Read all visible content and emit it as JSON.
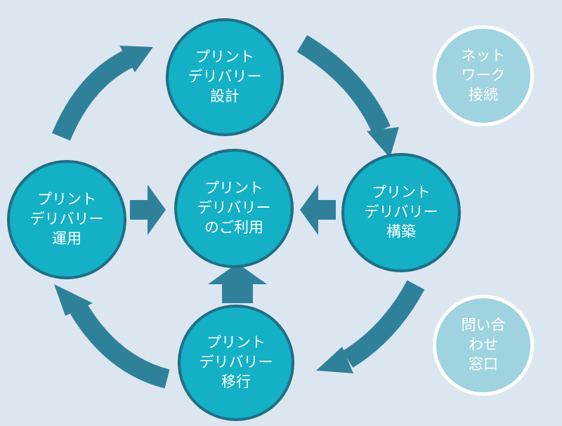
{
  "colors": {
    "background": "#dce6f1",
    "node_fill": "#13b0c6",
    "node_border": "#1f6f84",
    "arrow": "#2f8199",
    "side_fill": "#9fd3e0",
    "side_border": "#ffffff",
    "text": "#ffffff"
  },
  "nodes": {
    "design": {
      "lines": [
        "プリント",
        "デリバリー",
        "設計"
      ]
    },
    "build": {
      "lines": [
        "プリント",
        "デリバリー",
        "構築"
      ]
    },
    "migrate": {
      "lines": [
        "プリント",
        "デリバリー",
        "移行"
      ]
    },
    "operate": {
      "lines": [
        "プリント",
        "デリバリー",
        "運用"
      ]
    },
    "usage": {
      "lines": [
        "プリント",
        "デリバリー",
        "のご利用"
      ]
    }
  },
  "side": {
    "network": {
      "lines": [
        "ネット",
        "ワーク",
        "接続"
      ]
    },
    "contact": {
      "lines": [
        "問い合",
        "わせ",
        "窓口"
      ]
    }
  }
}
